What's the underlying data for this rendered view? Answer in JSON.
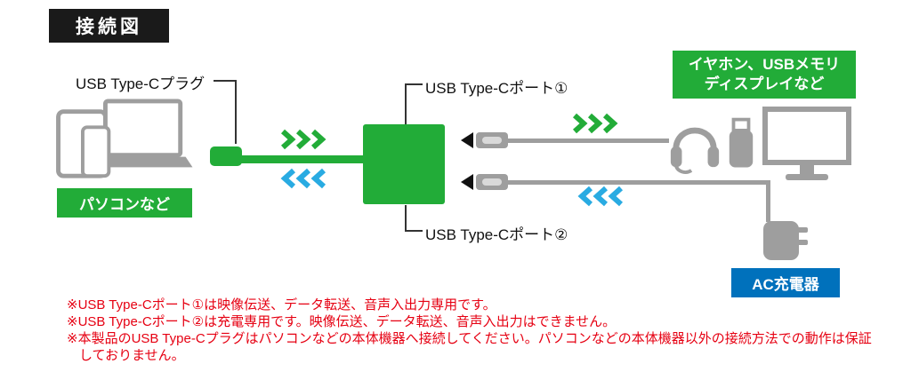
{
  "page": {
    "title_badge": "接続図"
  },
  "diagram": {
    "plug_label": "USB Type-Cプラグ",
    "port1_label": "USB Type-Cポート①",
    "port2_label": "USB Type-Cポート②",
    "pc_badge": "パソコンなど",
    "peripherals_badge": {
      "line1": "イヤホン、USBメモリ",
      "line2": "ディスプレイなど"
    },
    "ac_badge": "AC充電器"
  },
  "notes": [
    "※USB Type-Cポート①は映像伝送、データ転送、音声入出力専用です。",
    "※USB Type-Cポート②は充電専用です。映像伝送、データ転送、音声入出力はできません。",
    "※本製品のUSB Type-Cプラグはパソコンなどの本体機器へ接続してください。パソコンなどの本体機器以外の接続方法での動作は保証しておりません。"
  ],
  "colors": {
    "green": "#22ac38",
    "arrow_blue": "#29abe2",
    "badge_blue": "#0071bc",
    "note_red": "#e60012",
    "device_gray": "#9e9e9e",
    "badge_black": "#1a1a1a"
  }
}
